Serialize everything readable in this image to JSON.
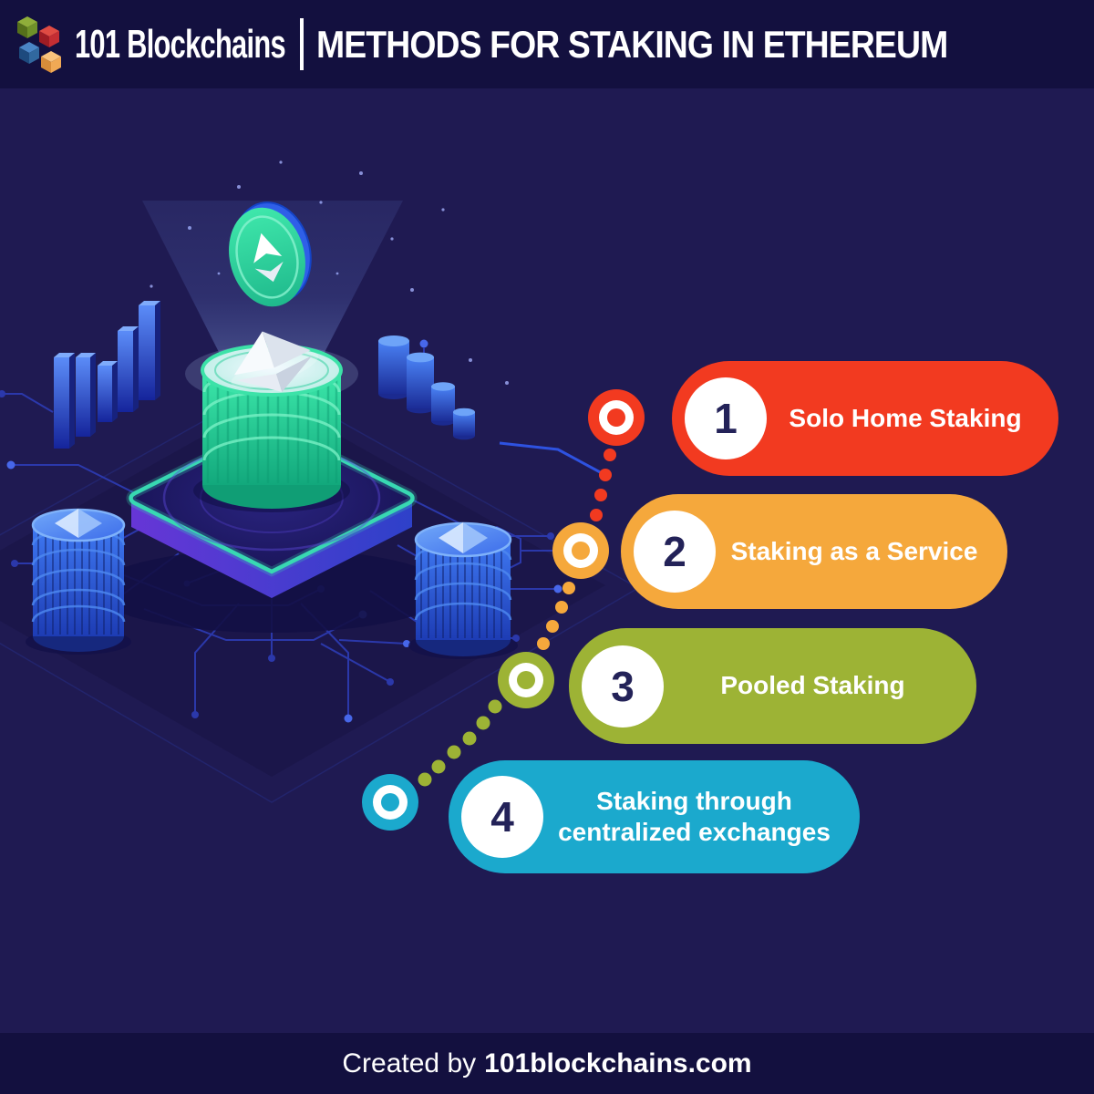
{
  "header": {
    "brand": "101 Blockchains",
    "title": "METHODS FOR STAKING IN ETHEREUM"
  },
  "items": [
    {
      "number": "1",
      "label": "Solo Home Staking",
      "color": "#f23a20"
    },
    {
      "number": "2",
      "label": "Staking as a Service",
      "color": "#f5a83c"
    },
    {
      "number": "3",
      "label": "Pooled Staking",
      "color": "#9db335"
    },
    {
      "number": "4",
      "label": "Staking through\ncentralized exchanges",
      "color": "#1ba9cd"
    }
  ],
  "footer": {
    "prefix": "Created by",
    "site": "101blockchains.com"
  },
  "colors": {
    "background": "#1f1a52",
    "band": "#13103f",
    "number_text": "#232258",
    "label_text": "#ffffff",
    "logo_green": "#6f9129",
    "logo_red": "#c52e33",
    "logo_blue": "#31689f",
    "logo_orange": "#f0a955"
  },
  "illustration": {
    "alt": "Isometric Ethereum staking illustration with coin stacks, platform, chart bars and circuit lines"
  }
}
